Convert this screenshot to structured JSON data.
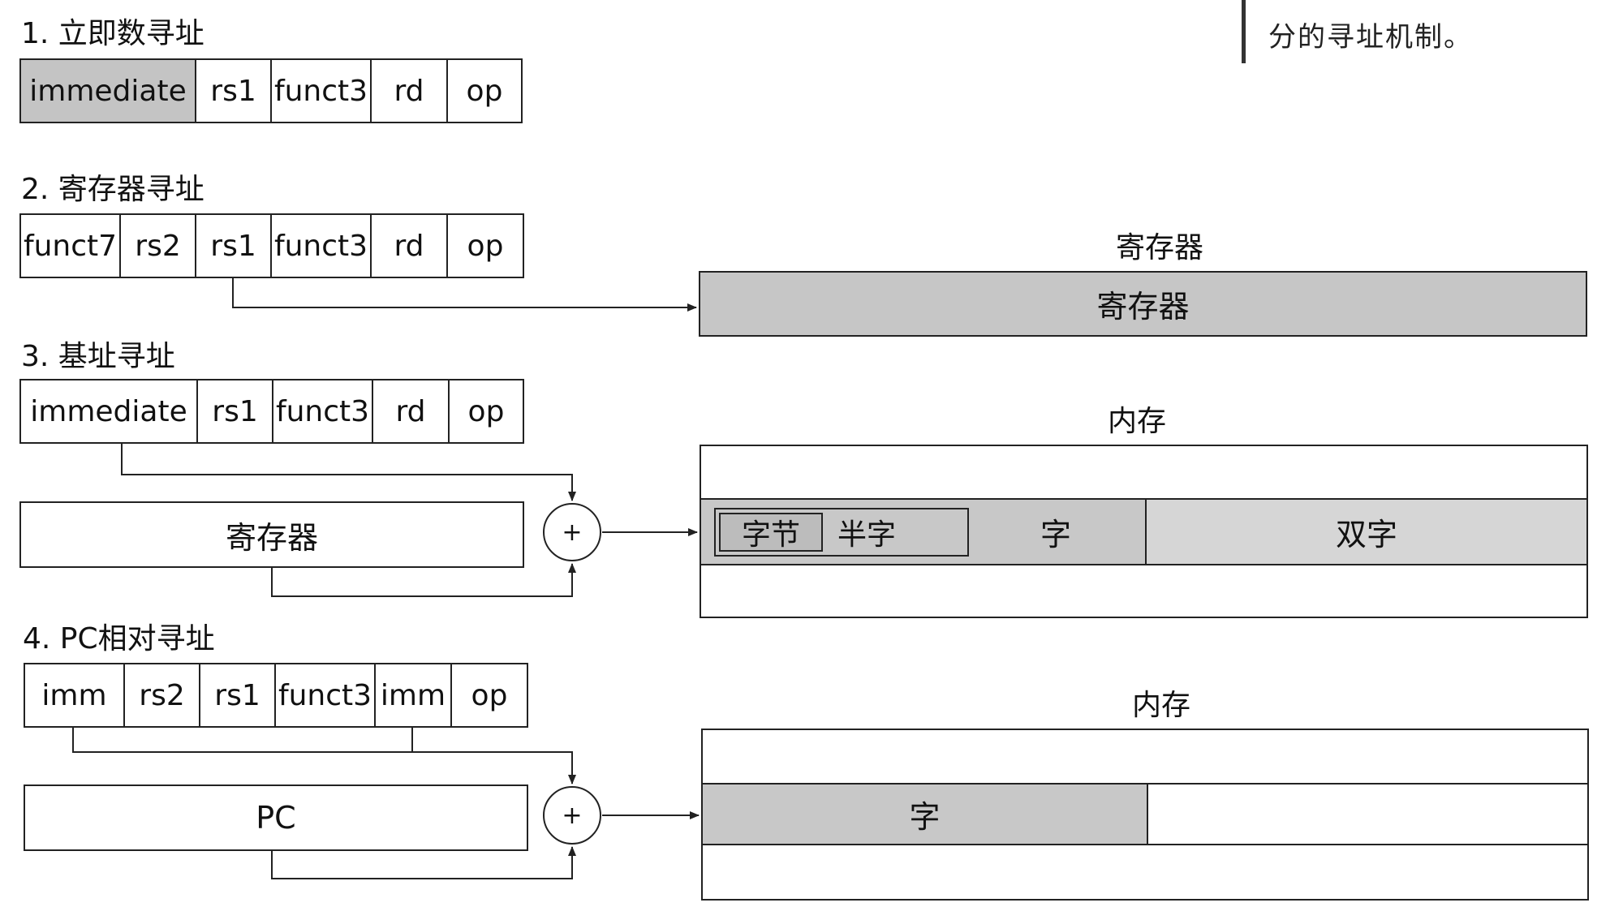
{
  "sidebar_note": "分的寻址机制。",
  "sections": {
    "immediate": {
      "title": "1. 立即数寻址",
      "fields": [
        "immediate",
        "rs1",
        "funct3",
        "rd",
        "op"
      ]
    },
    "register": {
      "title": "2. 寄存器寻址",
      "fields": [
        "funct7",
        "rs2",
        "rs1",
        "funct3",
        "rd",
        "op"
      ],
      "target_label": "寄存器",
      "target_box": "寄存器"
    },
    "base": {
      "title": "3. 基址寻址",
      "fields": [
        "immediate",
        "rs1",
        "funct3",
        "rd",
        "op"
      ],
      "source_box": "寄存器",
      "adder": "+",
      "memory_label": "内存",
      "memory_cells": {
        "byte": "字节",
        "halfword": "半字",
        "word": "字",
        "doubleword": "双字"
      }
    },
    "pc_relative": {
      "title": "4. PC相对寻址",
      "fields": [
        "imm",
        "rs2",
        "rs1",
        "funct3",
        "imm",
        "op"
      ],
      "source_box": "PC",
      "adder": "+",
      "memory_label": "内存",
      "memory_cells": {
        "word": "字"
      }
    }
  },
  "colors": {
    "shade": "#c4c4c4",
    "line": "#222222"
  }
}
